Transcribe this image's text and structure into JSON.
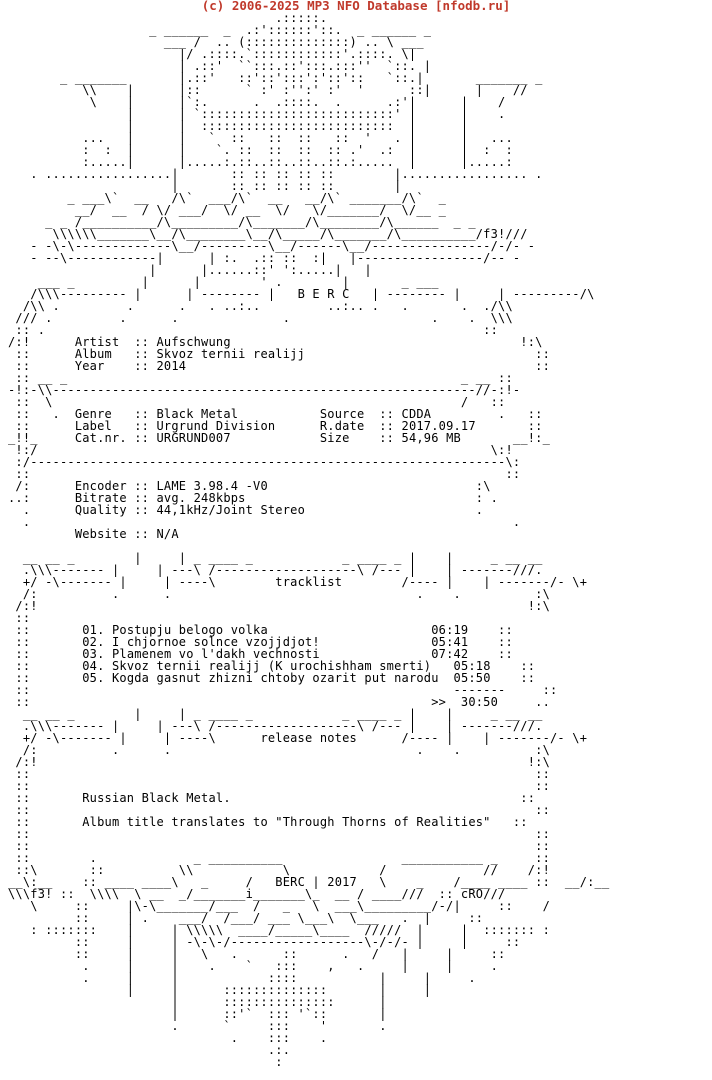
{
  "header": {
    "title": "(c) 2006-2025 MP3 NFO Database [nfodb.ru]",
    "color": "#c0392b"
  },
  "release": {
    "group": "B E R C",
    "artist": "Aufschwung",
    "album": "Skvoz ternii realijj",
    "year": "2014",
    "genre": "Black Metal",
    "label": "Urgrund Division",
    "catnr": "URGRUND007",
    "source": "CDDA",
    "rdate": "2017.09.17",
    "size": "54,96 MB",
    "encoder": "LAME 3.98.4 -V0",
    "bitrate": "avg. 248kbps",
    "quality": "44,1kHz/Joint Stereo",
    "website": "N/A"
  },
  "tracklist": {
    "heading": "tracklist",
    "tracks": [
      {
        "num": "01.",
        "title": "Postupju belogo volka",
        "time": "06:19"
      },
      {
        "num": "02.",
        "title": "I chjornoe solnce vzojjdjot!",
        "time": "05:41"
      },
      {
        "num": "03.",
        "title": "Plamenem vo l'dakh vechnosti",
        "time": "07:42"
      },
      {
        "num": "04.",
        "title": "Skvoz ternii realijj (K urochishham smerti)",
        "time": "05:18"
      },
      {
        "num": "05.",
        "title": "Kogda gasnut zhizni chtoby ozarit put narodu",
        "time": "05:50"
      }
    ],
    "total": "30:50"
  },
  "release_notes": {
    "heading": "release notes",
    "line1": "Russian Black Metal.",
    "line2": "Album title translates to \"Through Thorns of Realities\""
  },
  "footer": {
    "signature": "BERC | 2017",
    "tag_left": "f3!",
    "tag_right": "cRO"
  }
}
